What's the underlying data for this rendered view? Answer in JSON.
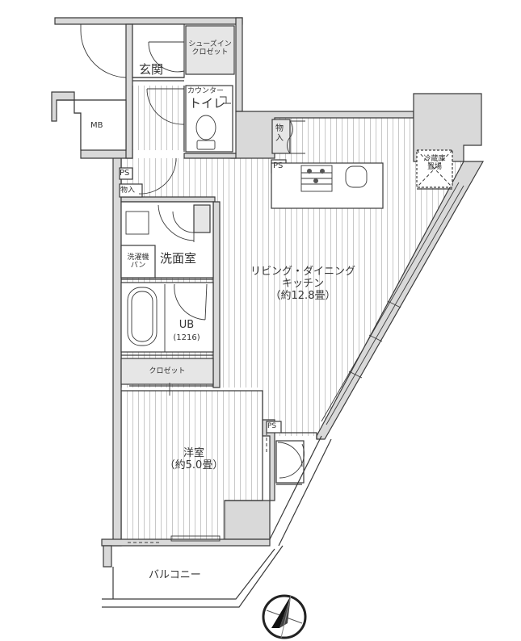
{
  "floor_plan": {
    "rooms": {
      "entrance": "玄関",
      "shoe_closet_line1": "シューズイン",
      "shoe_closet_line2": "クロゼット",
      "counter": "カウンター",
      "toilet": "トイレ",
      "mb": "MB",
      "ps_top_left": "PS",
      "storage_left": "物入",
      "storage_kitchen_line1": "物",
      "storage_kitchen_line2": "入",
      "ps_kitchen": "PS",
      "fridge_line1": "冷蔵庫",
      "fridge_line2": "置場",
      "washer_line1": "洗濯機",
      "washer_line2": "パン",
      "washroom": "洗面室",
      "ldk_line1": "リビング・ダイニング",
      "ldk_line2": "キッチン",
      "ldk_size": "（約12.8畳）",
      "bath": "UB",
      "bath_size": "(1216)",
      "closet": "クロゼット",
      "bedroom": "洋室",
      "bedroom_size": "（約5.0畳）",
      "ps_bedroom": "PS",
      "balcony": "バルコニー"
    },
    "colors": {
      "wall": "#d9d9d9",
      "line": "#3a3a3a",
      "floor_stripe": "#c8c8c8",
      "background": "#ffffff"
    },
    "compass": "north-arrow"
  }
}
